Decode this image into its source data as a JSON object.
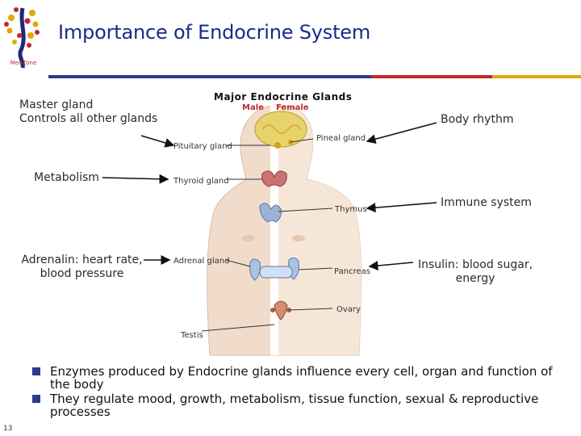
{
  "slide": {
    "title": "Importance of Endocrine System",
    "page_number": "13",
    "logo_text": "MedZone"
  },
  "diagram": {
    "title": "Major Endocrine Glands",
    "male_label": "Male",
    "female_label": "Female",
    "glands": {
      "pituitary": "Pituitary gland",
      "pineal": "Pineal gland",
      "thyroid": "Thyroid gland",
      "thymus": "Thymus",
      "adrenal": "Adrenal gland",
      "pancreas": "Pancreas",
      "ovary": "Ovary",
      "testis": "Testis"
    }
  },
  "annotations": {
    "master_line1": "Master gland",
    "master_line2": "Controls all other glands",
    "body_rhythm": "Body rhythm",
    "metabolism": "Metabolism",
    "immune": "Immune system",
    "adrenalin_line1": "Adrenalin: heart rate,",
    "adrenalin_line2": "blood pressure",
    "insulin_line1": "Insulin: blood sugar,",
    "insulin_line2": "energy"
  },
  "bullets": [
    "Enzymes produced by Endocrine glands influence every cell, organ and function of the body",
    "They regulate mood, growth, metabolism, tissue function, sexual & reproductive processes"
  ],
  "colors": {
    "title": "#1a2a8c",
    "rule_blue": "#2b3a8f",
    "rule_red": "#c0282e",
    "rule_gold": "#e0a800",
    "bullet": "#2b3a8f"
  }
}
